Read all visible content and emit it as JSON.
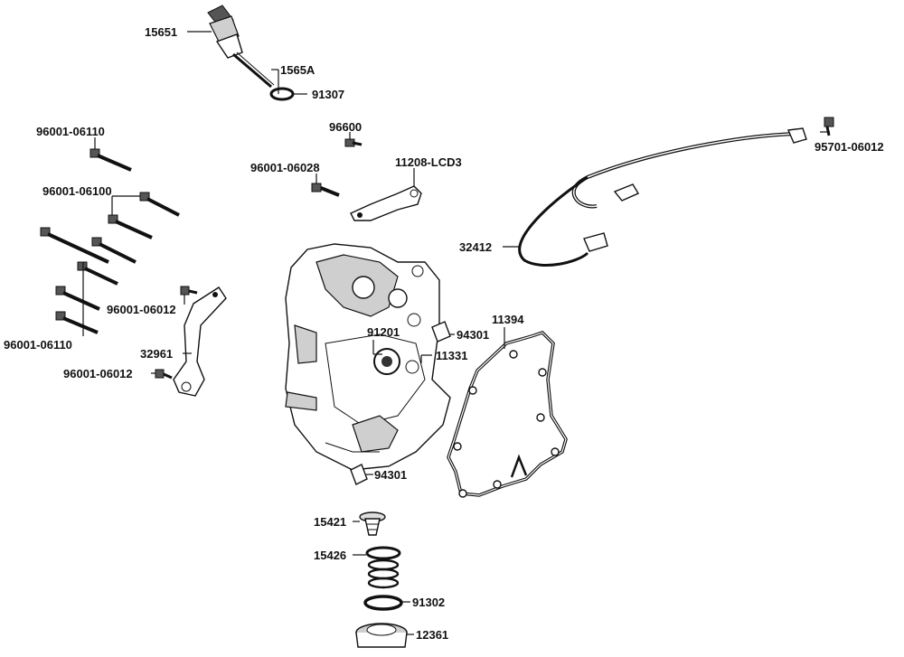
{
  "labels": {
    "p15651": "15651",
    "p1565A": "1565A",
    "p91307": "91307",
    "p96600": "96600",
    "p96001_06110_top": "96001-06110",
    "p96001_06028": "96001-06028",
    "p11208": "11208-LCD3",
    "p95701": "95701-06012",
    "p96001_06100": "96001-06100",
    "p32412": "32412",
    "p96001_06012_a": "96001-06012",
    "p91201": "91201",
    "p94301_top": "94301",
    "p11394": "11394",
    "p11331": "11331",
    "p96001_06110_bottom": "96001-06110",
    "p32961": "32961",
    "p96001_06012_b": "96001-06012",
    "p94301_bottom": "94301",
    "p15421": "15421",
    "p15426": "15426",
    "p91302": "91302",
    "p12361": "12361"
  }
}
